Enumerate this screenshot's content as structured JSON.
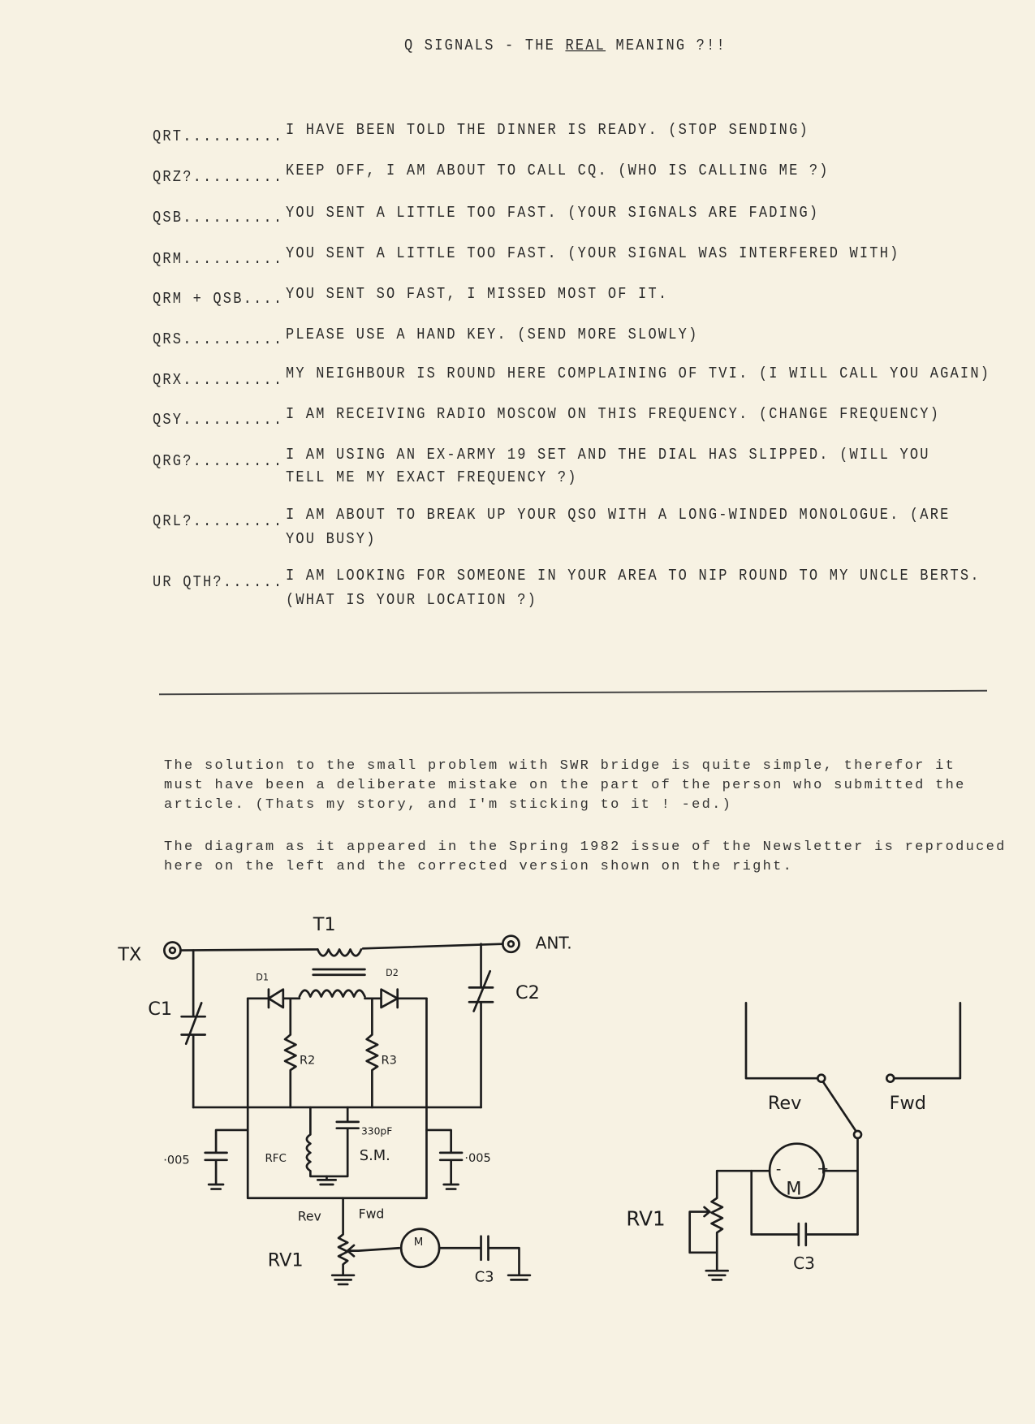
{
  "title": {
    "pre": "Q SIGNALS - THE ",
    "emph": "REAL",
    "post": " MEANING ?!!"
  },
  "entries": [
    {
      "code": "QRT..........",
      "line1": "I HAVE BEEN TOLD THE DINNER IS READY. (STOP SENDING)"
    },
    {
      "code": "QRZ?.........",
      "line1": "KEEP OFF, I AM ABOUT TO CALL CQ. (WHO IS CALLING ME ?)"
    },
    {
      "code": "QSB..........",
      "line1": "YOU SENT A LITTLE TOO FAST. (YOUR SIGNALS ARE FADING)"
    },
    {
      "code": "QRM..........",
      "line1": "YOU SENT A LITTLE TOO FAST. (YOUR SIGNAL WAS INTERFERED WITH)"
    },
    {
      "code": "QRM + QSB....",
      "line1": "YOU SENT SO FAST, I MISSED MOST OF IT."
    },
    {
      "code": "QRS..........",
      "line1": "PLEASE USE A HAND KEY. (SEND MORE SLOWLY)"
    },
    {
      "code": "QRX..........",
      "line1": "MY NEIGHBOUR IS ROUND HERE COMPLAINING OF TVI. (I WILL CALL YOU AGAIN)"
    },
    {
      "code": "QSY..........",
      "line1": "I AM RECEIVING RADIO MOSCOW ON THIS FREQUENCY. (CHANGE FREQUENCY)"
    },
    {
      "code": "QRG?.........",
      "line1": "I AM USING AN EX-ARMY 19 SET AND THE DIAL HAS SLIPPED. (WILL YOU",
      "line2": "TELL ME MY EXACT FREQUENCY ?)"
    },
    {
      "code": "QRL?.........",
      "line1": "I AM ABOUT TO BREAK UP YOUR QSO WITH A LONG-WINDED MONOLOGUE. (ARE",
      "line2": "YOU BUSY)"
    },
    {
      "code": "UR QTH?......",
      "line1": "I AM LOOKING FOR SOMEONE IN YOUR AREA TO NIP ROUND TO MY UNCLE BERTS.",
      "line2": "(WHAT IS YOUR LOCATION ?)"
    }
  ],
  "paragraphs": [
    [
      "The solution to the small problem with SWR bridge is quite simple, therefor it",
      "must have been a deliberate mistake on the part of the person who submitted the",
      "article. (Thats my story, and I'm sticking to it ! -ed.)"
    ],
    [
      "The diagram as it appeared in the Spring 1982 issue of the Newsletter is reproduced",
      "here on the left and the corrected version shown on the right."
    ]
  ],
  "diagram_left": {
    "tx": "TX",
    "t1": "T1",
    "ant": "ANT.",
    "c1": "C1",
    "c2": "C2",
    "d1": "D1",
    "d2": "D2",
    "r2": "R2",
    "r3": "R3",
    "cap_left": "·005",
    "rfc": "RFC",
    "cap_mid": "330pF",
    "sm": "S.M.",
    "cap_right": "·005",
    "rev": "Rev",
    "fwd": "Fwd",
    "rv1": "RV1",
    "meter": "M",
    "c3": "C3"
  },
  "diagram_right": {
    "rev": "Rev",
    "fwd": "Fwd",
    "meter": "M",
    "minus": "-",
    "plus": "+",
    "rv1": "RV1",
    "c3": "C3"
  }
}
